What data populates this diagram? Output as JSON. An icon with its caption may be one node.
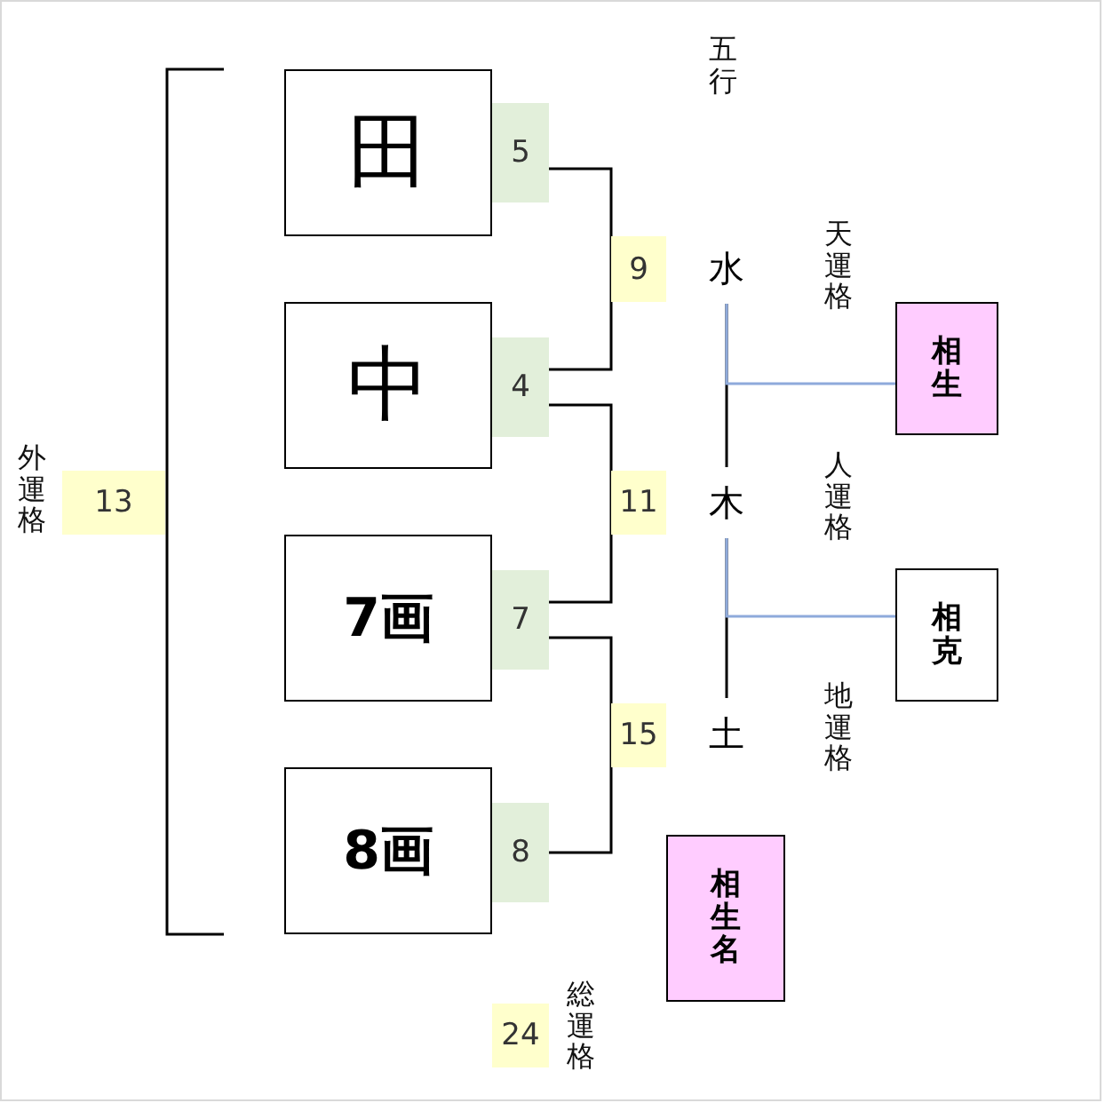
{
  "diagram": {
    "nodes": [
      {
        "text": [
          "田"
        ]
      },
      {
        "text": [
          "中"
        ]
      },
      {
        "text": [
          "7画"
        ]
      },
      {
        "text": [
          "8画"
        ]
      },
      {
        "text": [
          "5"
        ]
      },
      {
        "text": [
          "4"
        ]
      },
      {
        "text": [
          "7"
        ]
      },
      {
        "text": [
          "8"
        ]
      },
      {
        "text": [
          "9"
        ]
      },
      {
        "text": [
          "11"
        ]
      },
      {
        "text": [
          "15"
        ]
      },
      {
        "text": [
          "13"
        ],
        "beside": [
          "外運格"
        ]
      },
      {
        "text": [
          "24"
        ],
        "beside": [
          "総運格"
        ]
      },
      {
        "text": [
          "水"
        ]
      },
      {
        "text": [
          "木"
        ]
      },
      {
        "text": [
          "土"
        ]
      },
      {
        "text": [
          "相生"
        ]
      },
      {
        "text": [
          "相克"
        ]
      },
      {
        "text": [
          "相生名"
        ]
      }
    ],
    "edges": [
      {
        "from": 4,
        "to": 5,
        "arrow": "none"
      },
      {
        "from": 5,
        "to": 6,
        "arrow": "none"
      },
      {
        "from": 6,
        "to": 7,
        "arrow": "none"
      },
      {
        "from": 13,
        "to": 14,
        "arrow": "none"
      },
      {
        "from": 14,
        "to": 15,
        "arrow": "none"
      },
      {
        "from": 13,
        "to": 16,
        "arrow": "none",
        "color": "#8eaadb"
      },
      {
        "from": 14,
        "to": 17,
        "arrow": "none",
        "color": "#8eaadb"
      }
    ],
    "labels": [
      "五行",
      "天運格",
      "人運格",
      "地運格"
    ]
  }
}
